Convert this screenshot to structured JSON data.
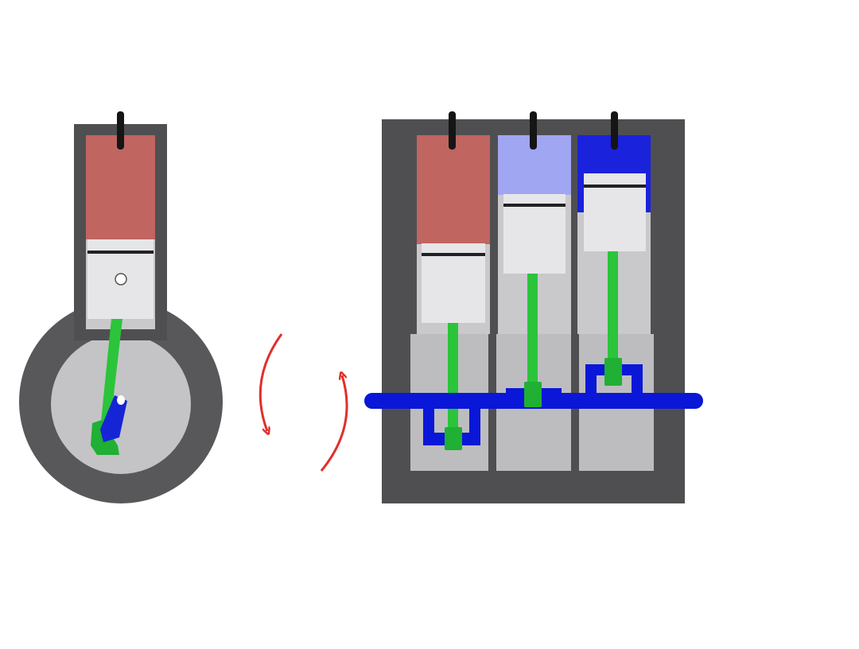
{
  "diagram": {
    "description_visible_text": "",
    "colors": {
      "background": "#ffffff",
      "engine_block": "#4f4f52",
      "cylinder_bore": "#c9c9cc",
      "crankcase_bay": "#bdbdc0",
      "flywheel_rim": "#58585b",
      "flywheel_face": "#c4c4c6",
      "piston": "#e6e6e8",
      "piston_ring": "#222222",
      "connecting_rod": "#2bc43a",
      "big_end": "#1fb034",
      "crankshaft": "#0a17d8",
      "crank_pin": "#1525d6",
      "valve_stem": "#151515",
      "rotation_arrow": "#e0302a",
      "gas_exhaust": "#c06560",
      "gas_compression": "#a0a6f2",
      "gas_combustion": "#1a22dc"
    },
    "left_engine": {
      "role": "single-cylinder side view",
      "chamber_state": "exhaust",
      "piston_pin_visible": true
    },
    "right_engine": {
      "role": "three-cylinder front view",
      "cylinders": [
        {
          "id": 1,
          "chamber_state": "exhaust",
          "piston_position": "bottom"
        },
        {
          "id": 2,
          "chamber_state": "compression",
          "piston_position": "middle"
        },
        {
          "id": 3,
          "chamber_state": "combustion",
          "piston_position": "top"
        }
      ]
    },
    "arrows": [
      {
        "id": "down-arrow",
        "direction": "down"
      },
      {
        "id": "up-arrow",
        "direction": "up"
      }
    ]
  }
}
